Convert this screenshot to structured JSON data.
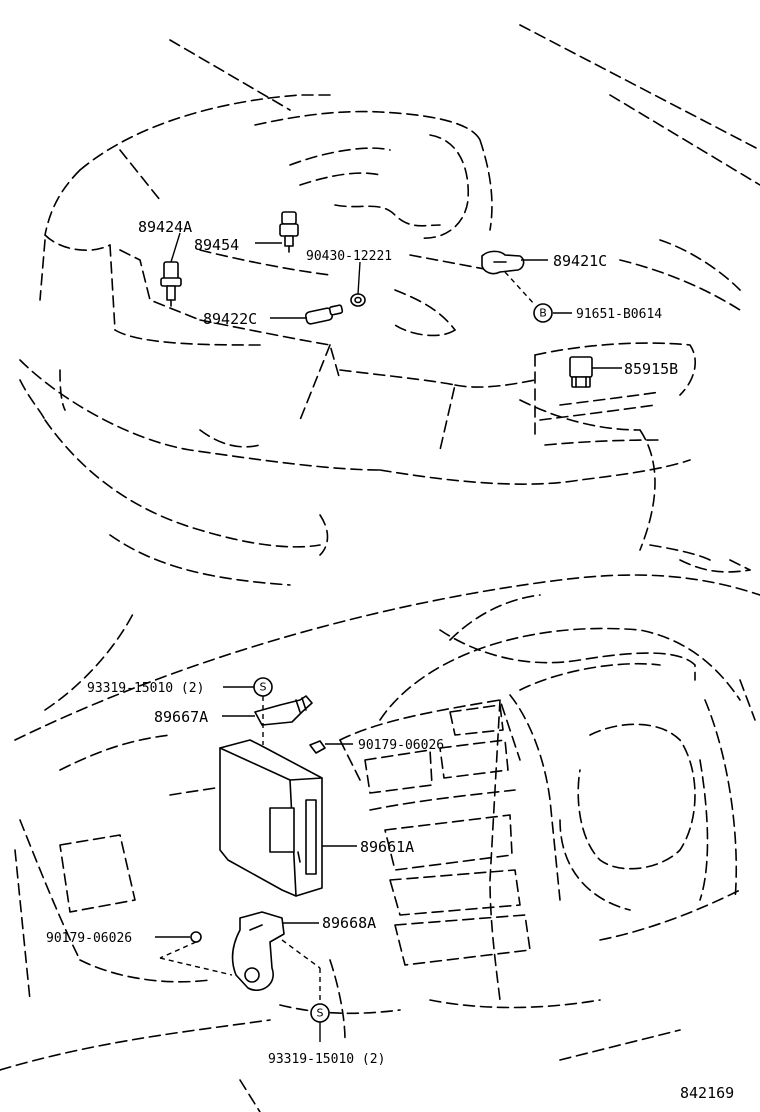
{
  "parts": {
    "p89424A": "89424A",
    "p89454": "89454",
    "p90430": "90430-12221",
    "p89421C": "89421C",
    "p91651": "91651-B0614",
    "p89422C": "89422C",
    "p85915B": "85915B",
    "p93319_top": "93319-15010 (2)",
    "p89667A": "89667A",
    "p90179_right": "90179-06026",
    "p89661A": "89661A",
    "p89668A": "89668A",
    "p90179_left": "90179-06026",
    "p93319_bottom": "93319-15010 (2)"
  },
  "callouts": {
    "b": "B",
    "s_top": "S",
    "s_bottom": "S"
  },
  "illustration_number": "842169"
}
